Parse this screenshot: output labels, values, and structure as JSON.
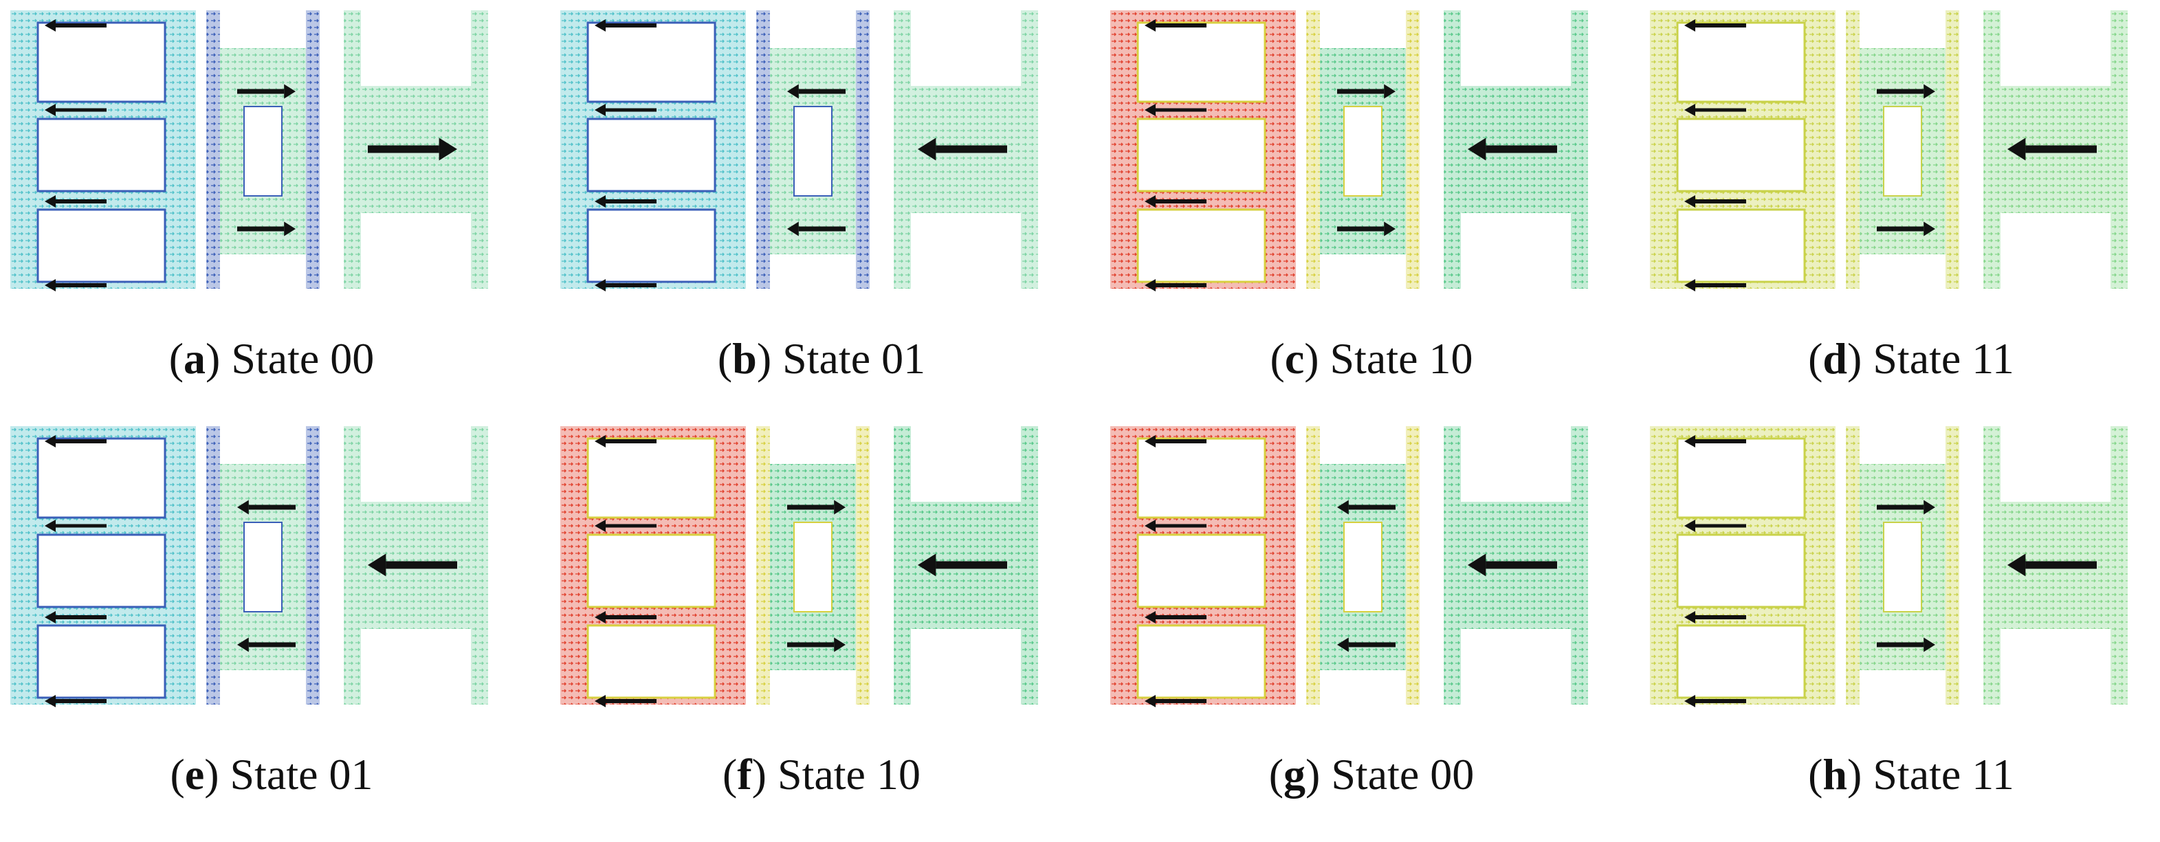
{
  "panels": [
    {
      "letter": "a",
      "caption": "State 00",
      "scheme": "cool",
      "arrows": {
        "left": [
          "L",
          "L",
          "L",
          "L"
        ],
        "mid": [
          "R",
          "R"
        ],
        "right": "R"
      }
    },
    {
      "letter": "b",
      "caption": "State 01",
      "scheme": "cool",
      "arrows": {
        "left": [
          "L",
          "L",
          "L",
          "L"
        ],
        "mid": [
          "L",
          "L"
        ],
        "right": "L"
      }
    },
    {
      "letter": "c",
      "caption": "State 10",
      "scheme": "hot",
      "arrows": {
        "left": [
          "L",
          "L",
          "L",
          "L"
        ],
        "mid": [
          "R",
          "R"
        ],
        "right": "L"
      }
    },
    {
      "letter": "d",
      "caption": "State 11",
      "scheme": "warm",
      "arrows": {
        "left": [
          "L",
          "L",
          "L",
          "L"
        ],
        "mid": [
          "R",
          "R"
        ],
        "right": "L"
      }
    },
    {
      "letter": "e",
      "caption": "State 01",
      "scheme": "cool",
      "arrows": {
        "left": [
          "L",
          "L",
          "L",
          "L"
        ],
        "mid": [
          "L",
          "L"
        ],
        "right": "L"
      }
    },
    {
      "letter": "f",
      "caption": "State 10",
      "scheme": "hot",
      "arrows": {
        "left": [
          "L",
          "L",
          "L",
          "L"
        ],
        "mid": [
          "R",
          "R"
        ],
        "right": "L"
      }
    },
    {
      "letter": "g",
      "caption": "State 00",
      "scheme": "hot",
      "arrows": {
        "left": [
          "L",
          "L",
          "L",
          "L"
        ],
        "mid": [
          "L",
          "L"
        ],
        "right": "L"
      }
    },
    {
      "letter": "h",
      "caption": "State 11",
      "scheme": "warm",
      "arrows": {
        "left": [
          "L",
          "L",
          "L",
          "L"
        ],
        "mid": [
          "R",
          "R"
        ],
        "right": "L"
      }
    }
  ],
  "colors": {
    "cool_frame": "#4fc1c9",
    "cool_fill": "#7dd3a3",
    "cool_dark": "#3b5fb8",
    "hot_frame": "#e0402c",
    "hot_inner": "#d7d040",
    "hot_fill": "#58c88a",
    "warm_frame": "#c9d24a",
    "warm_fill": "#84d58a",
    "arrow": "#111111",
    "bg": "#ffffff"
  }
}
